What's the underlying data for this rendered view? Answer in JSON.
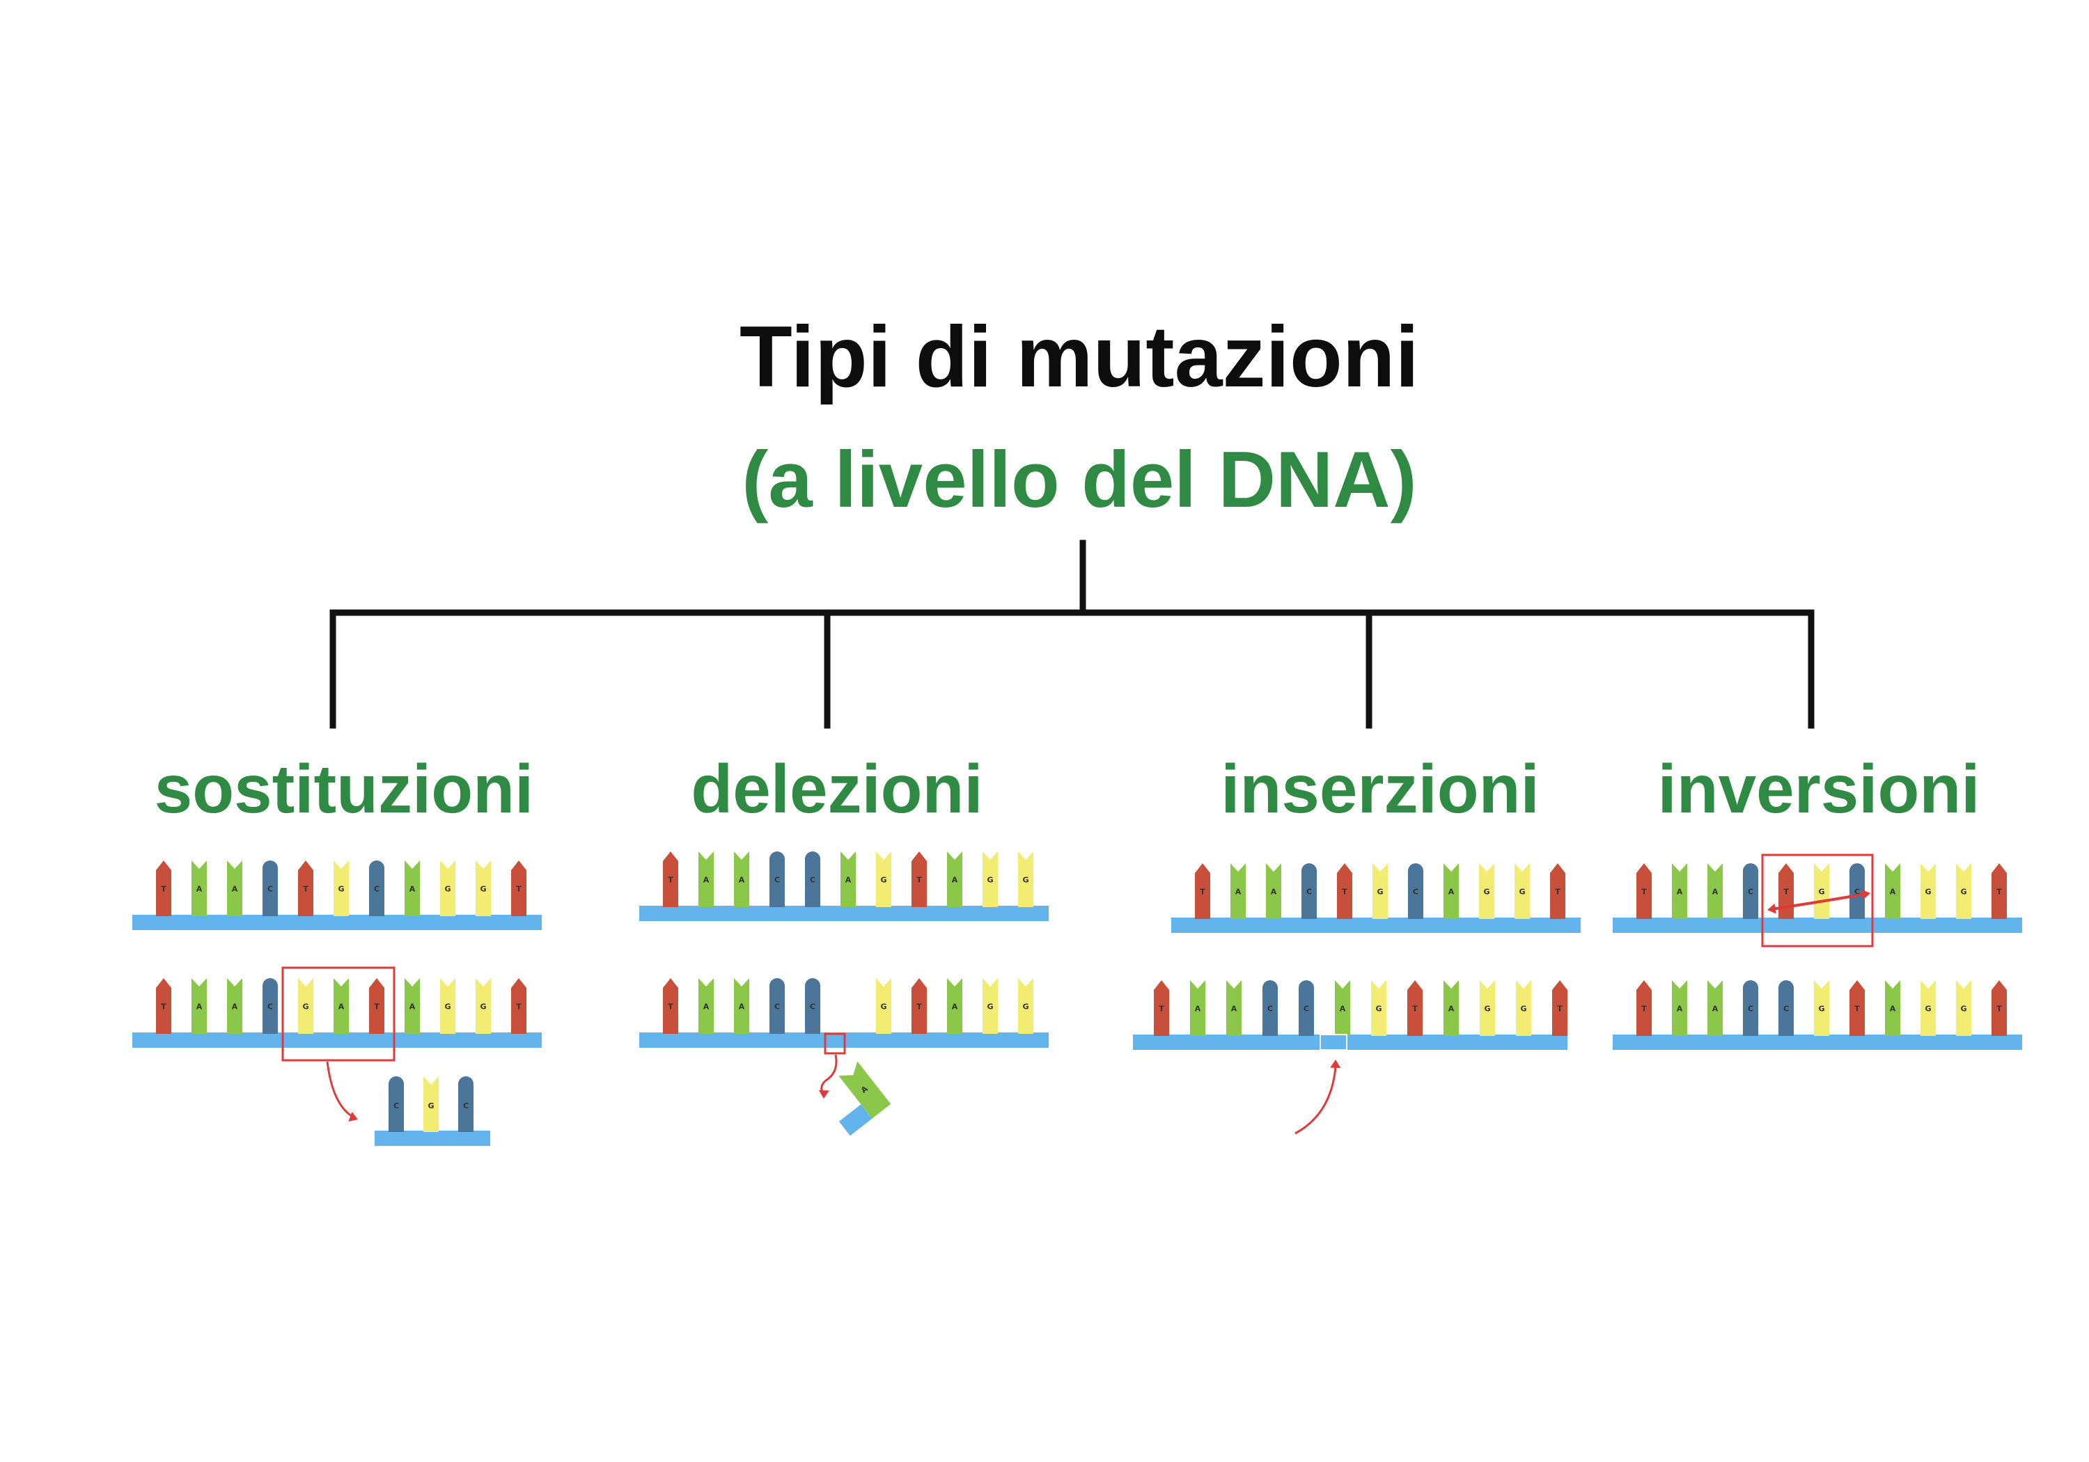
{
  "title": "Tipi di mutazioni",
  "subtitle": "(a livello del DNA)",
  "colors": {
    "title": "#0d0d0d",
    "green_text": "#2f8a43",
    "tree_line": "#111111",
    "backbone": "#63b3ed",
    "highlight": "#e03a3a",
    "bases": {
      "T": "#c8503a",
      "A": "#8bc84a",
      "C": "#4b7599",
      "G": "#f2ec73"
    }
  },
  "categories": [
    {
      "id": "sostituzioni",
      "label": "sostituzioni",
      "strand_top": "TAACTGCAGGT",
      "strand_bottom": "TAACGATAGGT",
      "removed": "CGC"
    },
    {
      "id": "delezioni",
      "label": "delezioni",
      "strand_top": "TAACCAGTAGG",
      "strand_bottom": "TAACC-GTAGG",
      "removed": "A"
    },
    {
      "id": "inserzioni",
      "label": "inserzioni",
      "strand_top": "TAACTGCAGGT",
      "strand_bottom": "TAACCAGTAGGT",
      "inserted": "A"
    },
    {
      "id": "inversioni",
      "label": "inversioni",
      "strand_top": "TAACTGCAGGT",
      "strand_bottom": "TAACCGTAGGT"
    }
  ]
}
